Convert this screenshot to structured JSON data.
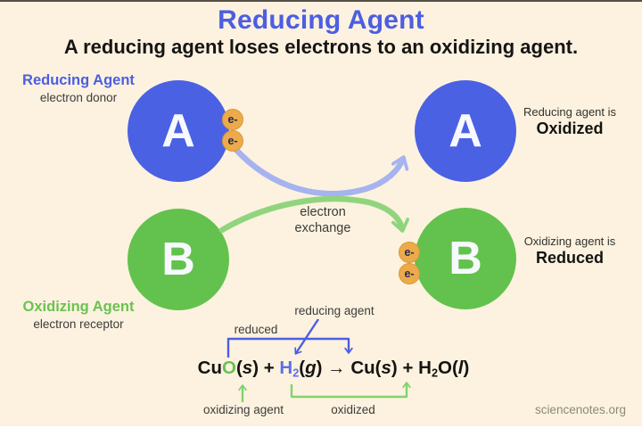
{
  "colors": {
    "bg": "#fcf2df",
    "title_blue": "#4c5ee2",
    "circle_blue": "#4a61e3",
    "circle_green": "#63c24d",
    "label_green": "#6cc152",
    "h2_blue": "#5d6ee8",
    "arrow_blue": "#a6b3ef",
    "arrow_green": "#90d57e",
    "anno_blue": "#4d5fe2",
    "anno_green": "#82d16f",
    "electron": "#edaa4b",
    "electron_text": "#252b4e",
    "ink": "#1c1c1c",
    "text_dim": "#3c3c3c",
    "watermark": "#8d887b"
  },
  "header": {
    "title": "Reducing Agent",
    "subtitle": "A reducing agent loses electrons to an oxidizing agent."
  },
  "left_top": {
    "label": "Reducing Agent",
    "sublabel": "electron donor"
  },
  "left_bottom": {
    "label": "Oxidizing Agent",
    "sublabel": "electron receptor"
  },
  "circles": {
    "a": "A",
    "b": "B"
  },
  "electron_label": "e-",
  "right_top": {
    "line1": "Reducing agent is",
    "line2": "Oxidized"
  },
  "right_bottom": {
    "line1": "Oxidizing agent is",
    "line2": "Reduced"
  },
  "center": {
    "line1": "electron",
    "line2": "exchange"
  },
  "equation": {
    "segments": [
      {
        "t": "Cu"
      },
      {
        "t": "O"
      },
      {
        "t": "("
      },
      {
        "t": "s"
      },
      {
        "t": ") + "
      },
      {
        "t": "H"
      },
      {
        "t": "2"
      },
      {
        "t": "("
      },
      {
        "t": "g"
      },
      {
        "t": ") → "
      },
      {
        "t": "Cu("
      },
      {
        "t": "s"
      },
      {
        "t": ") + "
      },
      {
        "t": "H"
      },
      {
        "t": "2"
      },
      {
        "t": "O("
      },
      {
        "t": "l"
      },
      {
        "t": ")"
      }
    ],
    "annotations": {
      "reducing_agent": "reducing agent",
      "reduced": "reduced",
      "oxidizing_agent": "oxidizing agent",
      "oxidized": "oxidized"
    }
  },
  "footer": {
    "site": "sciencenotes.org"
  }
}
